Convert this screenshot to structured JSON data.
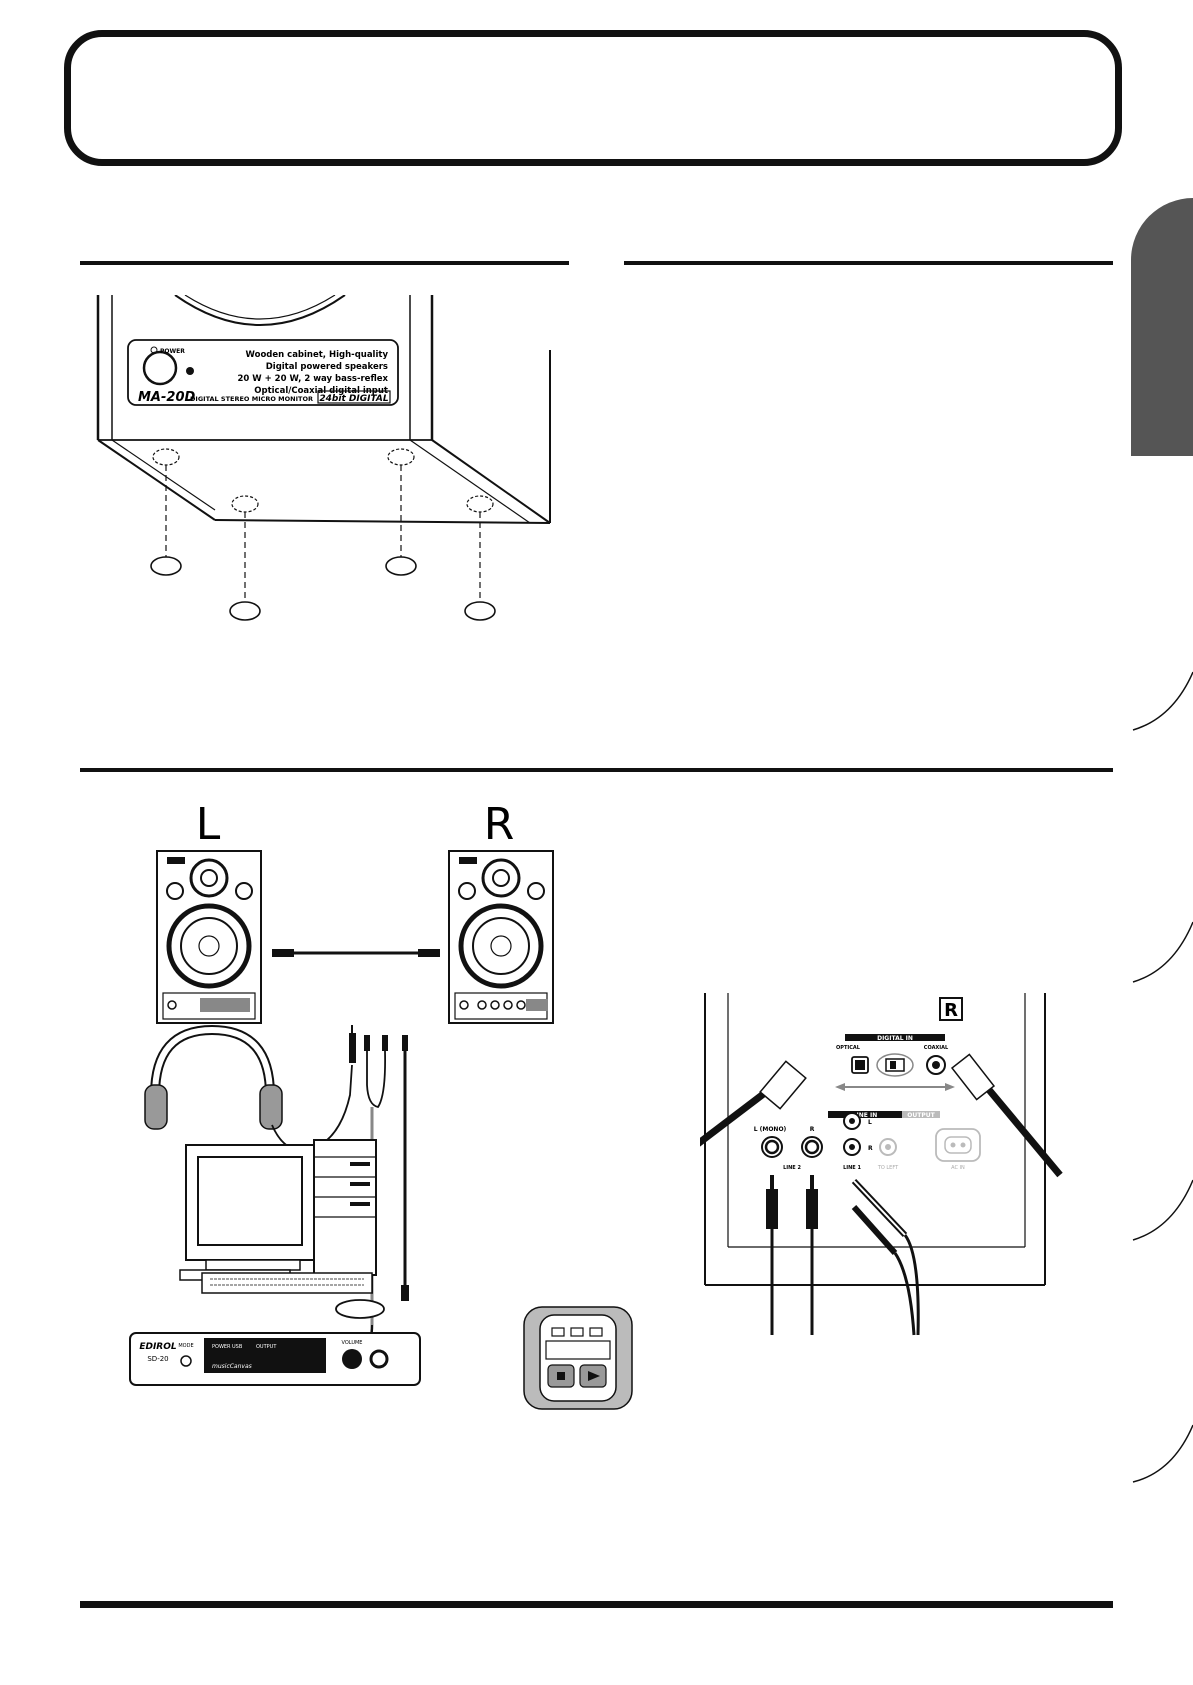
{
  "page": {
    "title": ""
  },
  "foot_diagram": {
    "panel": {
      "power_label": "POWER",
      "spec_lines": [
        "Wooden cabinet, High-quality",
        "Digital powered speakers",
        "20 W + 20 W, 2 way bass-reflex",
        "Optical/Coaxial digital input"
      ],
      "model": "MA-20D",
      "model_desc": "DIGITAL STEREO MICRO MONITOR",
      "badge": "24bit DIGITAL"
    }
  },
  "connection_diagram": {
    "left_label": "L",
    "right_label": "R",
    "interface": {
      "brand": "EDIROL",
      "model": "SD-20",
      "mode": "MODE",
      "power": "POWER",
      "usb": "USB",
      "output": "OUTPUT",
      "volume": "VOLUME",
      "canvas": "musicCanvas"
    }
  },
  "rear_panel": {
    "badge": "R",
    "digital_in": "DIGITAL IN",
    "optical": "OPTICAL",
    "coaxial": "COAXIAL",
    "line_in": "LINE IN",
    "output": "OUTPUT",
    "l_mono": "L (MONO)",
    "r": "R",
    "l": "L",
    "r2": "R",
    "line2": "LINE 2",
    "line1": "LINE 1",
    "to_left": "TO LEFT",
    "ac_in": "AC IN"
  }
}
